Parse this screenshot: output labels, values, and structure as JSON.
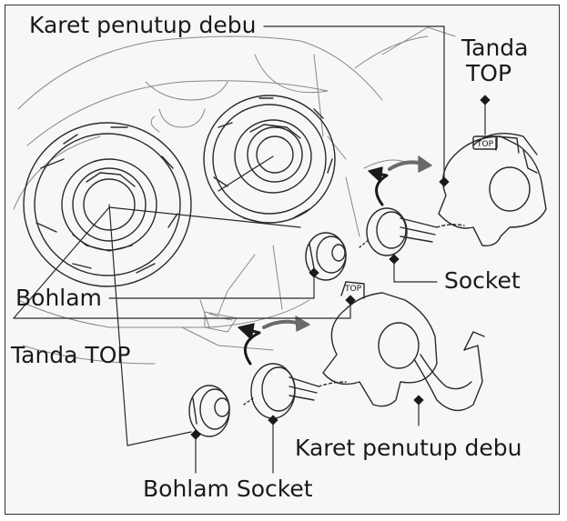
{
  "labels": {
    "dust_cover_top": "Karet penutup debu",
    "top_mark_line1": "Tanda",
    "top_mark_line2": "TOP",
    "bulb": "Bohlam",
    "socket": "Socket",
    "top_mark_left": "Tanda TOP",
    "dust_cover_bottom": "Karet penutup debu",
    "bulb_socket_bottom": "Bohlam Socket",
    "top_tag_upper": "TOP",
    "top_tag_lower": "TOP"
  },
  "colors": {
    "line": "#2a2a2a",
    "background": "#f7f7f7",
    "arrow": "#1a1a1a",
    "arrow_light": "#6a6a6a"
  },
  "icons": {
    "leader_dot": "filled-square-dot",
    "rotate_arrow": "curved-arrow",
    "pull_arrow": "gray-arrow"
  }
}
